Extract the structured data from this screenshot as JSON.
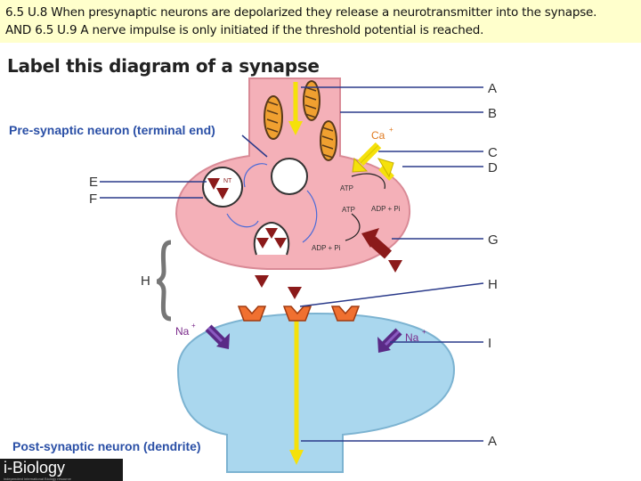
{
  "header": {
    "line1": "6.5 U.8 When presynaptic neurons are depolarized they release a neurotransmitter into the synapse.",
    "line2": "AND 6.5 U.9 A nerve impulse is only initiated if the threshold potential is reached."
  },
  "title": "Label this diagram of a synapse",
  "labels": {
    "pre": "Pre-synaptic neuron (terminal end)",
    "post": "Post-synaptic neuron (dendrite)",
    "ca": "Ca",
    "ca_sup": "+",
    "na_left": "Na",
    "na_right": "Na",
    "na_sup": "+",
    "nt": "NT",
    "atp1": "ATP",
    "atp2": "ATP",
    "adp1": "ADP + Pi",
    "adp2": "ADP + Pi",
    "e": "E",
    "f": "F",
    "h_left": "H",
    "a1": "A",
    "b": "B",
    "c": "C",
    "d": "D",
    "g": "G",
    "h_right": "H",
    "i": "I",
    "a2": "A"
  },
  "logo": {
    "main": "i-Biology",
    "sub": "independent international Biology resource"
  },
  "colors": {
    "header_bg": "#ffffcc",
    "neuron": "#f4b0b8",
    "post_neuron": "#aad7ee",
    "impulse": "#f5e10a",
    "neurotransmitter": "#8b1a1a",
    "receptor": "#f07030",
    "channel": "#5a2a86",
    "pump": "#8b1a1a",
    "label_text": "#2a4fa6",
    "ca_text": "#e07a20",
    "na_text": "#7a2a8a"
  }
}
